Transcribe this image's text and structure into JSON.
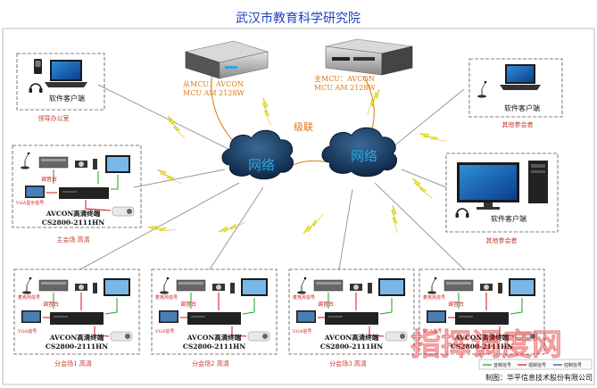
{
  "title": "武汉市教育科学研究院",
  "cloud_label": "网络",
  "cascade_label": "级联",
  "mcu_slave": [
    "从MCU：AVCON",
    "MCU AM 2128W"
  ],
  "mcu_master": [
    "主MCU：AVCON",
    "MCU AM 2128W"
  ],
  "software_client": "软件客户端",
  "leader_office": "领导办公室",
  "other_participant": "其他参会者",
  "terminal_line1": "AVCON高清终端",
  "terminal_line2": "CS2800-2111HN",
  "main_venue": "主会场 高清",
  "branch_venues": [
    "分会场1 高清",
    "分会场2 高清",
    "分会场3 高清"
  ],
  "tuner": "调音台",
  "vga_signal": "VGA信号",
  "vga_display": "VGA显示信号",
  "mic_signal": "麦克风信号",
  "legend_items": [
    "音频信号",
    "视频信号",
    "控制信号"
  ],
  "credit": "制图：华平信息技术股份有限公司",
  "watermark": "指挥调度网",
  "colors": {
    "title": "#1f3fbf",
    "cloud": "#12355a",
    "cloud_text": "#2ca6e0",
    "orange": "#d87a14",
    "red": "#d01010",
    "lightning": "#f2ee2a",
    "green": "#19a21f",
    "watermark": "#e11a1a"
  }
}
